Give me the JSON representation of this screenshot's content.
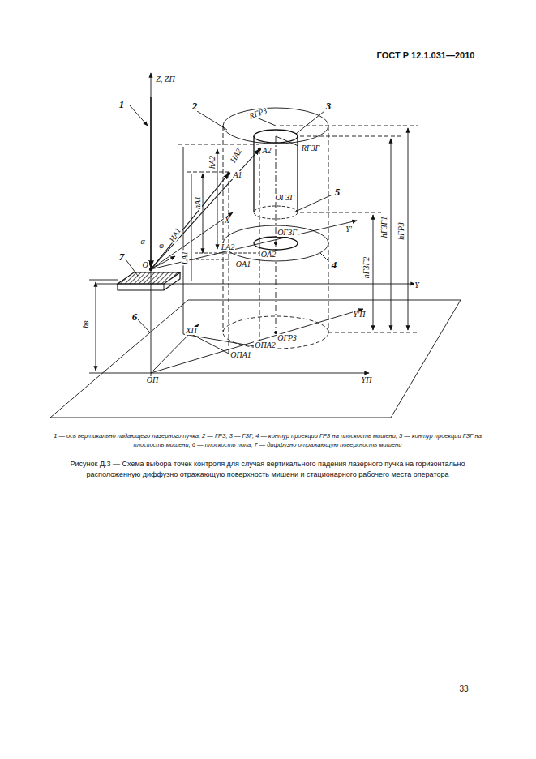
{
  "diagram": {
    "caption": "Рисунок Д.3 — Схема выбора точек контроля для случая вертикального падения лазерного пучка на горизонтально расположенную диффузно отражающую поверхность мишени и стационарного рабочего места оператора",
    "labels": [
      "ГОСТ Р 12.1.031—2010",
      "Z, ZП",
      "1",
      "2",
      "3",
      "RГРЗ",
      "RГЗГ",
      "hA2",
      "HA2",
      "A2",
      "A1",
      "hA1",
      "5",
      "OГЗГ",
      "X",
      "Y'",
      "hГЗГ1",
      "hГРЗ",
      "OГЗГ",
      "α",
      "φ",
      "HA1",
      "LA1",
      "LA2",
      "OA2",
      "OA1",
      "7",
      "O",
      "4",
      "hГЗГ2",
      "Y",
      "hв",
      "6",
      "Y'П",
      "XП",
      "OГРЗ",
      "OПА2",
      "OПА1",
      "OП",
      "YП",
      "1 — ось вертикально падающего лазерного пучка; 2 — ГРЗ; 3 — ГЗГ; 4 — контур проекции ГРЗ на плоскость мишени; 5 — контур проекции ГЗГ на плоскость мишени; 6 — плоскость пола; 7 — диффузно отражающую поверхность мишени",
      "33"
    ]
  }
}
